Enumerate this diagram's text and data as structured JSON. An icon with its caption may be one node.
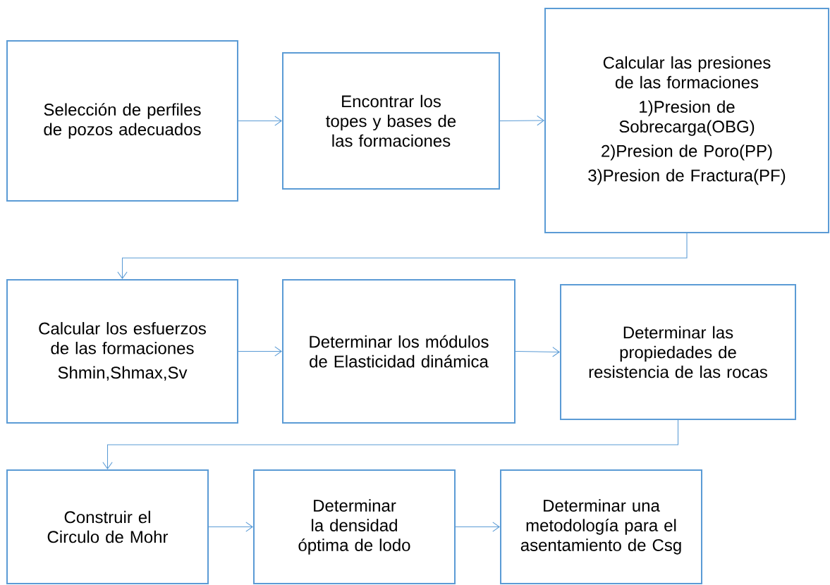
{
  "diagram": {
    "nodes": [
      {
        "text": [
          "Selección de perfiles de pozos adecuados"
        ]
      },
      {
        "text": [
          "Encontrar los topes y bases de las formaciones"
        ]
      },
      {
        "text": [
          "Calcular las presiones de las formaciones",
          "1)Presion de Sobrecarga(OBG)",
          "2)Presion de Poro(PP)",
          "3)Presion de Fractura(PF)"
        ]
      },
      {
        "text": [
          "Calcular los esfuerzos de las formaciones",
          "Shmin,Shmax,Sv"
        ]
      },
      {
        "text": [
          "Determinar los módulos de Elasticidad dinámica"
        ]
      },
      {
        "text": [
          "Determinar las propiedades de resistencia de las rocas"
        ]
      },
      {
        "text": [
          "Construir el Circulo de Mohr"
        ]
      },
      {
        "text": [
          "Determinar la densidad óptima de lodo"
        ]
      },
      {
        "text": [
          "Determinar una metodología para el asentamiento de Csg"
        ]
      }
    ],
    "edges": [
      {
        "from": 0,
        "to": 1,
        "arrow": "to"
      },
      {
        "from": 1,
        "to": 2,
        "arrow": "to"
      },
      {
        "from": 2,
        "to": 3,
        "arrow": "to"
      },
      {
        "from": 3,
        "to": 4,
        "arrow": "to"
      },
      {
        "from": 4,
        "to": 5,
        "arrow": "to"
      },
      {
        "from": 5,
        "to": 6,
        "arrow": "to"
      },
      {
        "from": 6,
        "to": 7,
        "arrow": "to"
      },
      {
        "from": 7,
        "to": 8,
        "arrow": "to"
      }
    ]
  }
}
